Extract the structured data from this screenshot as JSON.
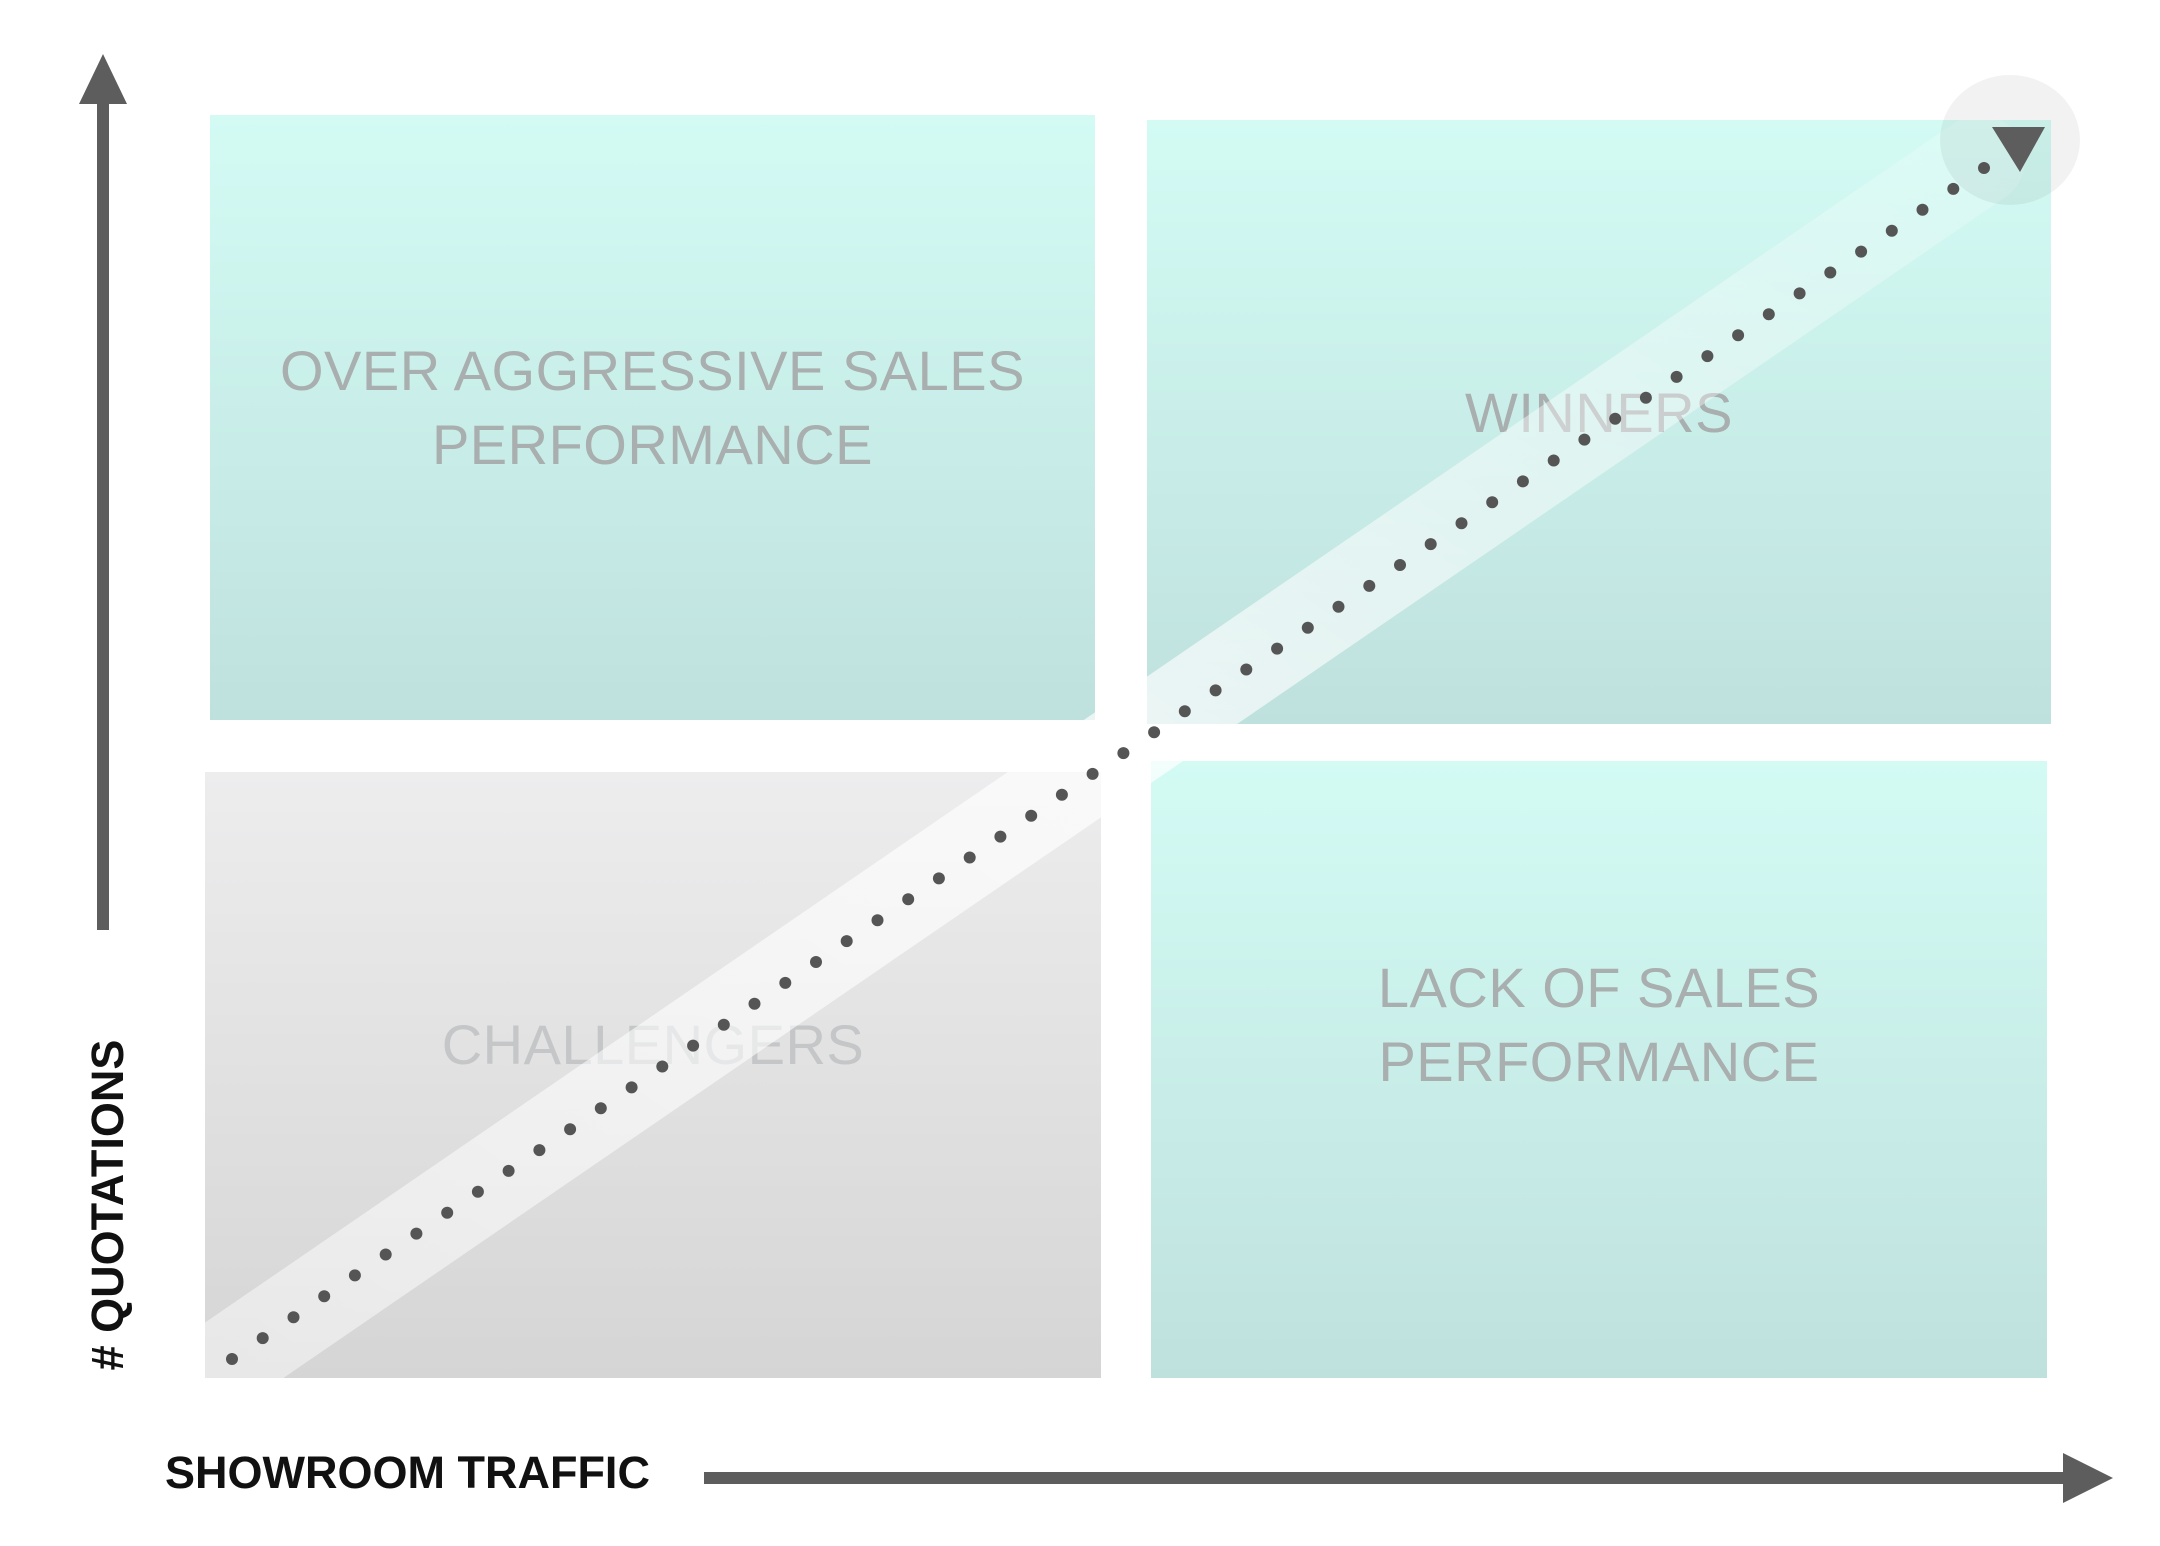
{
  "diagram": {
    "quadrants": {
      "top_left": {
        "line1": "OVER AGGRESSIVE SALES",
        "line2": "PERFORMANCE"
      },
      "top_right": {
        "line1": "WINNERS"
      },
      "bottom_left": {
        "line1": "CHALLENGERS"
      },
      "bottom_right": {
        "line1": "LACK OF SALES",
        "line2": "PERFORMANCE"
      }
    },
    "x_axis_label": "SHOWROOM TRAFFIC",
    "y_axis_label": "# QUOTATIONS",
    "colors": {
      "teal_top": "#d3fbf4",
      "teal_bottom": "#bfe1de",
      "gray_top": "#ededee",
      "gray_bottom": "#d5d5d5",
      "arrow": "#5d5d5d",
      "dots": "#555555",
      "label_text": "#a9aeae"
    }
  }
}
